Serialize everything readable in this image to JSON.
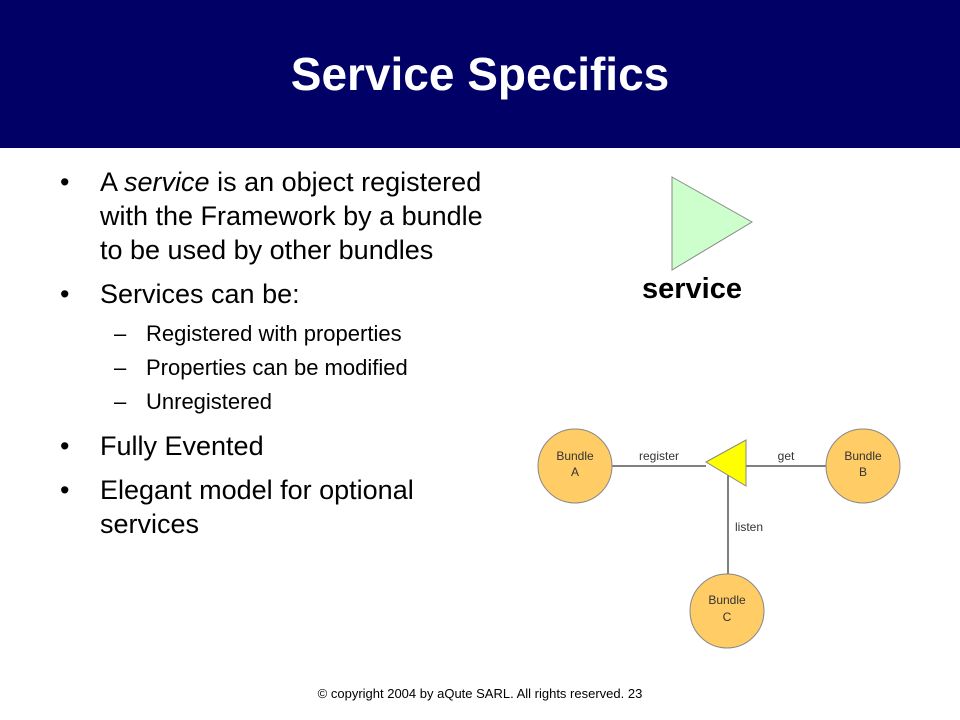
{
  "slide": {
    "title": "Service Specifics",
    "footer": "© copyright 2004 by aQute SARL. All rights reserved. 23"
  },
  "bullets": {
    "b1_pre": "A ",
    "b1_em": "service",
    "b1_post": " is an object registered with the Framework by a bundle to be used by other bundles",
    "b2": "Services can be:",
    "b2_sub": [
      "Registered with properties",
      "Properties can be modified",
      "Unregistered"
    ],
    "b3": "Fully Evented",
    "b4": "Elegant model for optional services",
    "bullet_glyph": "•",
    "dash_glyph": "–"
  },
  "diagram": {
    "service_label": "service",
    "bundle_a": [
      "Bundle",
      "A"
    ],
    "bundle_b": [
      "Bundle",
      "B"
    ],
    "bundle_c": [
      "Bundle",
      "C"
    ],
    "register_label": "register",
    "get_label": "get",
    "listen_label": "listen",
    "colors": {
      "service_fill": "#ccffcc",
      "bundle_fill": "#ffcc66",
      "small_service_fill": "#ffff00"
    }
  }
}
